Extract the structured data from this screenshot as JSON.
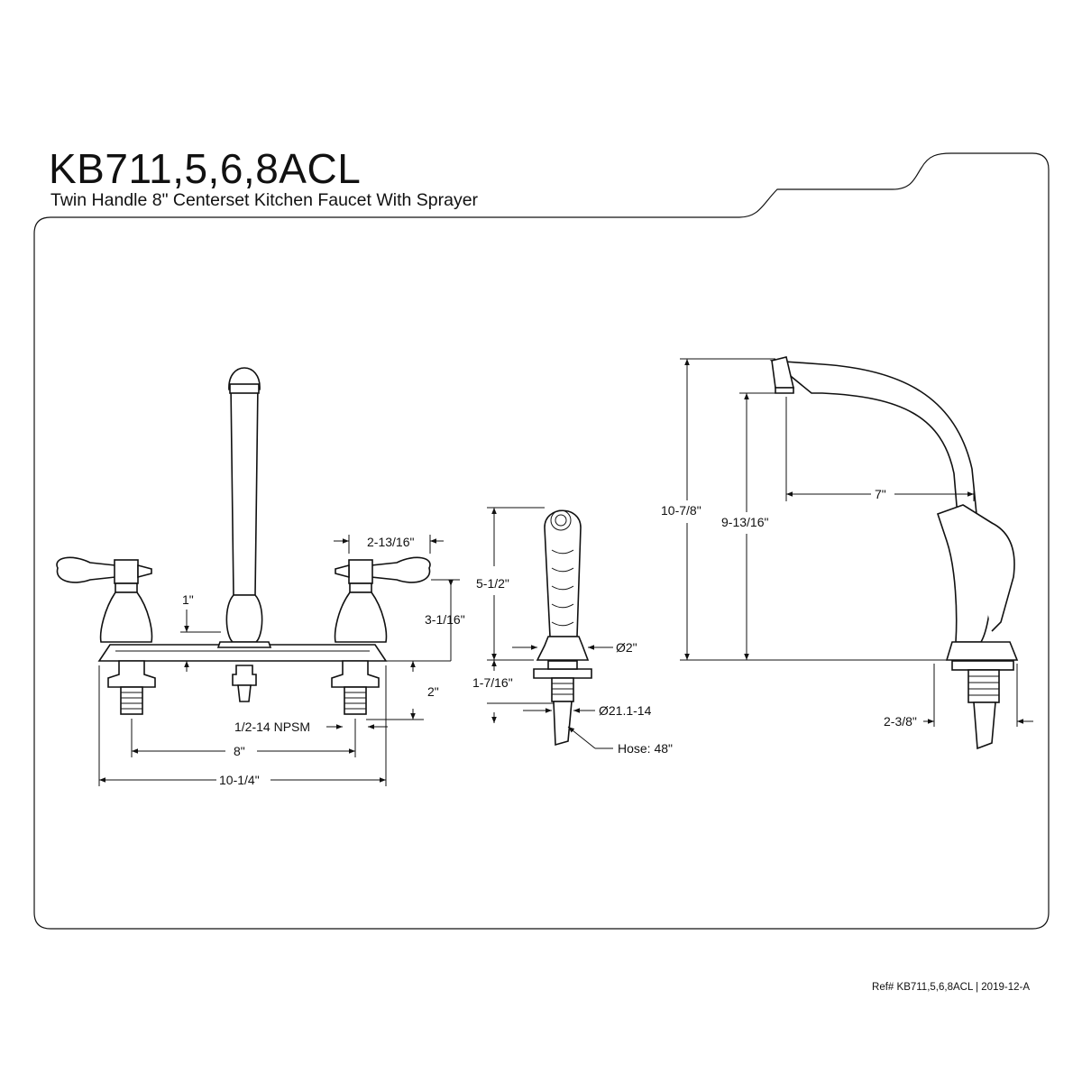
{
  "header": {
    "model": "KB711,5,6,8ACL",
    "description": "Twin Handle 8\" Centerset Kitchen Faucet With Sprayer"
  },
  "footer": {
    "reference": "Ref# KB711,5,6,8ACL | 2019-12-A"
  },
  "front_view": {
    "handle_width": "2-13/16\"",
    "handle_rise": "1\"",
    "handle_height": "3-1/16\"",
    "shank_length": "2\"",
    "thread": "1/2-14 NPSM",
    "center_spacing": "8\"",
    "overall_width": "10-1/4\""
  },
  "sprayer_view": {
    "height": "5-1/2\"",
    "base_diameter": "Ø2\"",
    "shank_length": "1-7/16\"",
    "thread": "Ø21.1-14",
    "hose": "Hose: 48\""
  },
  "side_view": {
    "overall_height": "10-7/8\"",
    "spout_height": "9-13/16\"",
    "spout_reach": "7\"",
    "sprayer_offset": "2-3/8\""
  }
}
